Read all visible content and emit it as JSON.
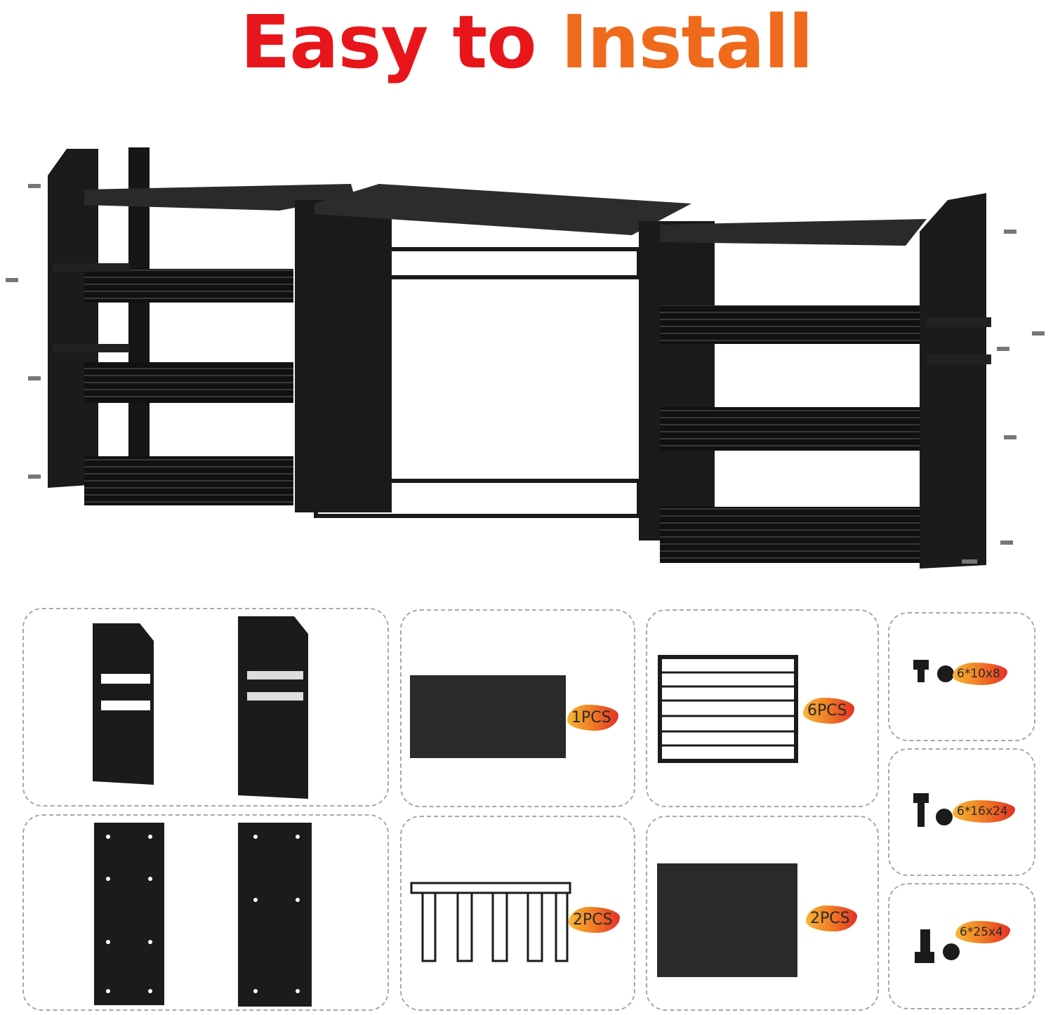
{
  "title": {
    "word1": "Easy to",
    "word2": "Install"
  },
  "parts": {
    "top_board": {
      "qty": "1PCS"
    },
    "shelf_grid": {
      "qty": "6PCS"
    },
    "tool_rack": {
      "qty": "2PCS"
    },
    "plain_board": {
      "qty": "2PCS"
    },
    "screw_small": {
      "label": "6*10x8"
    },
    "screw_medium": {
      "label": "6*16x24"
    },
    "screw_large": {
      "label": "6*25x4"
    }
  },
  "colors": {
    "accent_red": "#e8161a",
    "accent_orange": "#f06a1c",
    "metal": "#1c1c1c"
  }
}
